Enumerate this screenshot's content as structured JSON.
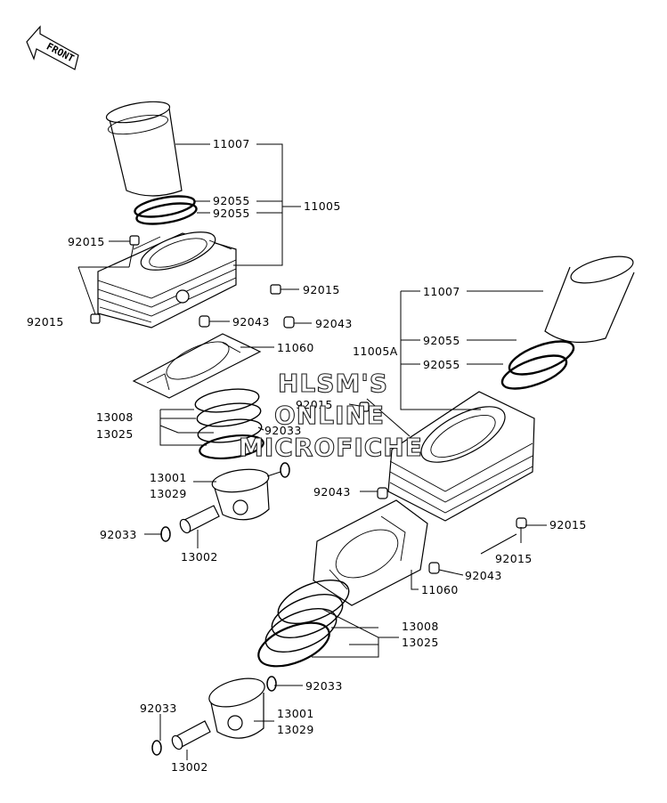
{
  "front_arrow": {
    "label": "FRONT"
  },
  "watermark": {
    "line1": "HLSM'S",
    "line2": "ONLINE",
    "line3": "MICROFICHE"
  },
  "labels": {
    "l_11007_a": "11007",
    "l_92055_a1": "92055",
    "l_92055_a2": "92055",
    "l_11005": "11005",
    "l_92015_a1": "92015",
    "l_92015_a2": "92015",
    "l_92015_a3": "92015",
    "l_92043_a1": "92043",
    "l_92043_a2": "92043",
    "l_11060_a": "11060",
    "l_13008_a": "13008",
    "l_13025_a": "13025",
    "l_92033_a1": "92033",
    "l_13001_a": "13001",
    "l_13029_a": "13029",
    "l_92033_a2": "92033",
    "l_13002_a": "13002",
    "l_11007_b": "11007",
    "l_11005a": "11005A",
    "l_92055_b1": "92055",
    "l_92055_b2": "92055",
    "l_92015_b1": "92015",
    "l_92043_b1": "92043",
    "l_92015_b2": "92015",
    "l_92015_b3": "92015",
    "l_92043_b2": "92043",
    "l_11060_b": "11060",
    "l_13008_b": "13008",
    "l_13025_b": "13025",
    "l_92033_b1": "92033",
    "l_92033_b2": "92033",
    "l_13001_b": "13001",
    "l_13029_b": "13029",
    "l_13002_b": "13002"
  }
}
